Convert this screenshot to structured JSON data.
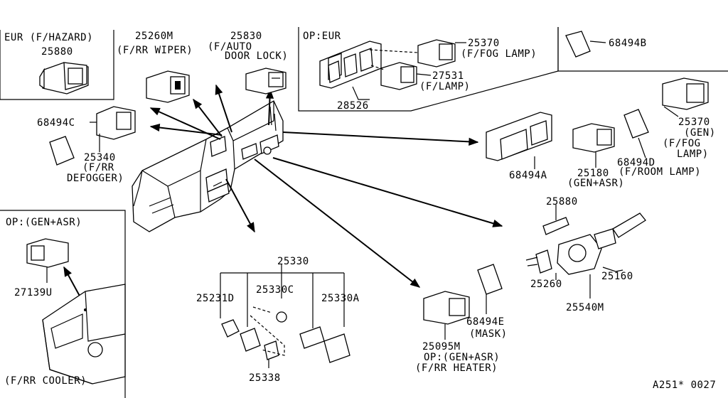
{
  "labels": {
    "eur_hazard_title": "EUR (F/HAZARD)",
    "p25880_a": "25880",
    "p25260m": "25260M",
    "rr_wiper": "(F/RR WIPER)",
    "p25830": "25830",
    "auto_1": "(F/AUTO",
    "auto_2": "DOOR LOCK)",
    "op_eur": "OP:EUR",
    "p25370_a": "25370",
    "fog_lamp_a": "(F/FOG LAMP)",
    "p27531": "27531",
    "f_lamp": "(F/LAMP)",
    "p28526": "28526",
    "p68494b": "68494B",
    "p68494c": "68494C",
    "p25340": "25340",
    "defog_1": "(F/RR",
    "defog_2": "DEFOGGER)",
    "p25370_b": "25370",
    "gen": "(GEN)",
    "fog_b_1": "(F/FOG",
    "fog_b_2": "LAMP)",
    "p68494a": "68494A",
    "p25180": "25180",
    "gen_asr": "(GEN+ASR)",
    "p68494d": "68494D",
    "room_lamp": "(F/ROOM LAMP)",
    "op_gen_asr_a": "OP:(GEN+ASR)",
    "p27139u": "27139U",
    "rr_cooler": "(F/RR COOLER)",
    "p25880_b": "25880",
    "p25260": "25260",
    "p25160": "25160",
    "p25540m": "25540M",
    "p25330": "25330",
    "p25231d": "25231D",
    "p25330c": "25330C",
    "p25330a": "25330A",
    "p25338": "25338",
    "p68494e": "68494E",
    "mask": "(MASK)",
    "p25095m": "25095M",
    "op_gen_asr_b": "OP:(GEN+ASR)",
    "rr_heater": "(F/RR HEATER)",
    "ref_code": "A251* 0027"
  }
}
